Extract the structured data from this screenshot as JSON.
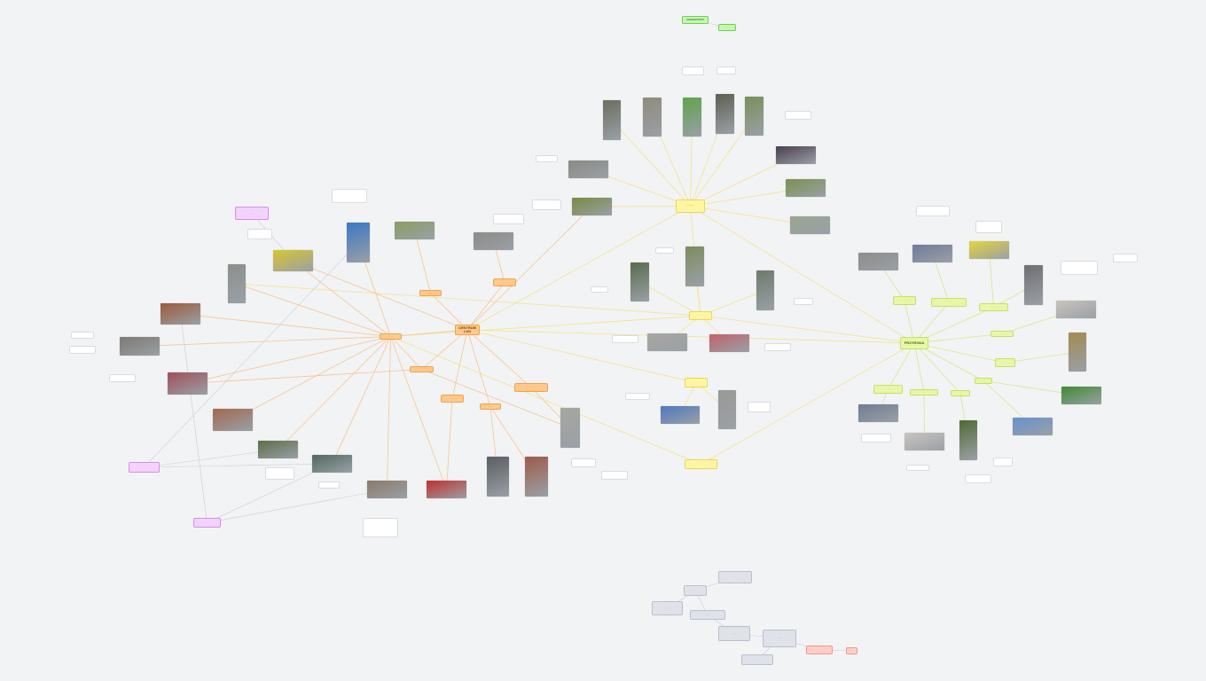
{
  "canvas": {
    "title": ""
  },
  "colors": {
    "background": "#f2f3f5",
    "orange_link": "#f6c58f",
    "yellow_link": "#f2e38a",
    "lime_link": "#d3e98a",
    "gray_link": "#c7ccd4",
    "purple": "#d58ee9",
    "orange": "#ffc98b",
    "yellow": "#fff6a3",
    "lime": "#e7f7a8",
    "green": "#c6f5b4",
    "gray": "#dfe3e9",
    "red": "#ffcfc7"
  },
  "nodes": [
    {
      "id": "title",
      "kind": "green",
      "text": "PRZEWODNIK"
    },
    {
      "id": "title_sub",
      "kind": "green",
      "text": "· ·"
    },
    {
      "id": "hub_orange_main",
      "kind": "orange hub",
      "text": "CENTRUM LUD"
    },
    {
      "id": "hub_orange_left",
      "kind": "orange",
      "text": "· · ·"
    },
    {
      "id": "hub_orange_mid",
      "kind": "orange",
      "text": "· · ·"
    },
    {
      "id": "o1",
      "kind": "orange",
      "text": "· · ·"
    },
    {
      "id": "o2",
      "kind": "orange",
      "text": "· · ·"
    },
    {
      "id": "o3",
      "kind": "orange",
      "text": "· · ·"
    },
    {
      "id": "o4",
      "kind": "orange",
      "text": "· · · · ·"
    },
    {
      "id": "o5",
      "kind": "orange",
      "text": "· · ·"
    },
    {
      "id": "hub_yellow_top",
      "kind": "yellow hub",
      "text": "· · ·"
    },
    {
      "id": "hub_yellow_mid",
      "kind": "yellow",
      "text": "· · ·"
    },
    {
      "id": "y1",
      "kind": "yellow",
      "text": "· · ·"
    },
    {
      "id": "y2",
      "kind": "yellow",
      "text": "· · ·"
    },
    {
      "id": "hub_lime",
      "kind": "lime hub",
      "text": "PRZYRODA"
    },
    {
      "id": "l1",
      "kind": "lime",
      "text": "· · ·"
    },
    {
      "id": "l2",
      "kind": "lime",
      "text": "· · · ·"
    },
    {
      "id": "l3",
      "kind": "lime",
      "text": "· · ·"
    },
    {
      "id": "l4",
      "kind": "lime",
      "text": "· ·"
    },
    {
      "id": "l5",
      "kind": "lime",
      "text": "· ·"
    },
    {
      "id": "l6",
      "kind": "lime",
      "text": "·"
    },
    {
      "id": "l7",
      "kind": "lime",
      "text": "· ·"
    },
    {
      "id": "l8",
      "kind": "lime",
      "text": "· ·"
    },
    {
      "id": "l9",
      "kind": "lime",
      "text": "· ·"
    },
    {
      "id": "p1",
      "kind": "purple",
      "text": "· · ·"
    },
    {
      "id": "p2",
      "kind": "purple",
      "text": "· · ·"
    },
    {
      "id": "p3",
      "kind": "purple",
      "text": "· · ·"
    },
    {
      "id": "g1",
      "kind": "gray",
      "text": "· · ·"
    },
    {
      "id": "g2",
      "kind": "gray",
      "text": "· ·"
    },
    {
      "id": "g3",
      "kind": "gray",
      "text": "· · ·"
    },
    {
      "id": "g4",
      "kind": "gray",
      "text": "· · ·"
    },
    {
      "id": "g5",
      "kind": "gray",
      "text": "· · ·"
    },
    {
      "id": "g6",
      "kind": "gray",
      "text": "· · ·"
    },
    {
      "id": "g7",
      "kind": "gray",
      "text": "· ·"
    },
    {
      "id": "r1",
      "kind": "red",
      "text": "· ·"
    },
    {
      "id": "r2",
      "kind": "red",
      "text": "·"
    }
  ],
  "photos": [
    {
      "id": "ph_t1",
      "color": "#6b6e5f"
    },
    {
      "id": "ph_t2",
      "color": "#8f8a7d"
    },
    {
      "id": "ph_t3",
      "color": "#5fa34a"
    },
    {
      "id": "ph_t4",
      "color": "#5d5f52"
    },
    {
      "id": "ph_t5",
      "color": "#7a8f5a"
    },
    {
      "id": "ph_t6",
      "color": "#4a3f4f"
    },
    {
      "id": "ph_t7",
      "color": "#8a8a83"
    },
    {
      "id": "ph_t8",
      "color": "#7b9150"
    },
    {
      "id": "ph_t9",
      "color": "#9aa58f"
    },
    {
      "id": "ph_t10",
      "color": "#7a8a42"
    },
    {
      "id": "ph_t11",
      "color": "#8c8b88"
    },
    {
      "id": "ph_m1",
      "color": "#596b4c"
    },
    {
      "id": "ph_m2",
      "color": "#7d8c5f"
    },
    {
      "id": "ph_m3",
      "color": "#6e7a6a"
    },
    {
      "id": "ph_m4",
      "color": "#a8a7a1"
    },
    {
      "id": "ph_m5",
      "color": "#c2626b"
    },
    {
      "id": "ph_l1",
      "color": "#8d8d8a"
    },
    {
      "id": "ph_l2",
      "color": "#6f7a99"
    },
    {
      "id": "ph_l3",
      "color": "#e4d43a"
    },
    {
      "id": "ph_l4",
      "color": "#6e6e72"
    },
    {
      "id": "ph_l5",
      "color": "#c8c5bd"
    },
    {
      "id": "ph_l6",
      "color": "#a38a4e"
    },
    {
      "id": "ph_l7",
      "color": "#3f8b30"
    },
    {
      "id": "ph_l8",
      "color": "#6890d0"
    },
    {
      "id": "ph_l9",
      "color": "#c8c5c2"
    },
    {
      "id": "ph_l10",
      "color": "#4f6b36"
    },
    {
      "id": "ph_l11",
      "color": "#6f7c93"
    },
    {
      "id": "ph_l12",
      "color": "#7a7c7e"
    },
    {
      "id": "ph_y1",
      "color": "#4d79bf"
    },
    {
      "id": "ph_y2",
      "color": "#9a9a95"
    },
    {
      "id": "ph_o1",
      "color": "#d8c62f"
    },
    {
      "id": "ph_o2",
      "color": "#3a78c3"
    },
    {
      "id": "ph_o3",
      "color": "#8a9f61"
    },
    {
      "id": "ph_o4",
      "color": "#8c8f8b"
    },
    {
      "id": "ph_o5",
      "color": "#9b5a3a"
    },
    {
      "id": "ph_o6",
      "color": "#7c7a72"
    },
    {
      "id": "ph_o7",
      "color": "#a0505a"
    },
    {
      "id": "ph_o8",
      "color": "#a1694f"
    },
    {
      "id": "ph_o9",
      "color": "#5f6d4a"
    },
    {
      "id": "ph_o10",
      "color": "#4f6a5f"
    },
    {
      "id": "ph_o11",
      "color": "#8c7a6a"
    },
    {
      "id": "ph_o12",
      "color": "#c0302c"
    },
    {
      "id": "ph_o13",
      "color": "#5a5e62"
    },
    {
      "id": "ph_o14",
      "color": "#9c5b4b"
    },
    {
      "id": "ph_o15",
      "color": "#a5a6a1"
    }
  ]
}
